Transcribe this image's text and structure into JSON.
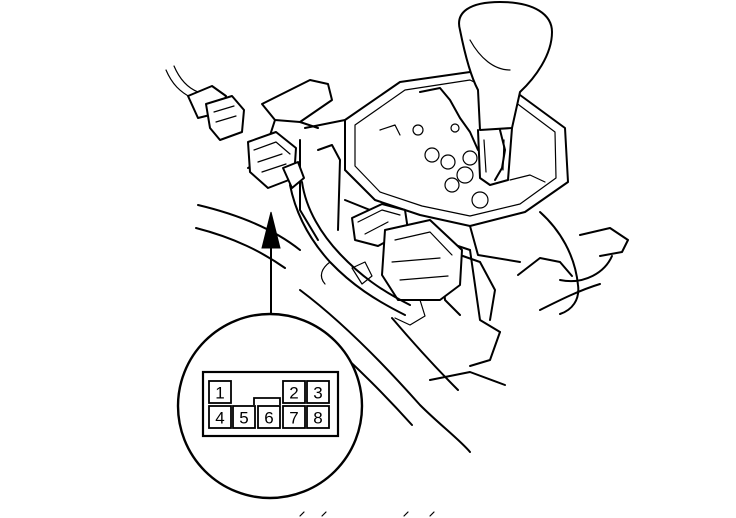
{
  "connector_pins": {
    "p1": "1",
    "p2": "2",
    "p3": "3",
    "p4": "4",
    "p5": "5",
    "p6": "6",
    "p7": "7",
    "p8": "8"
  }
}
